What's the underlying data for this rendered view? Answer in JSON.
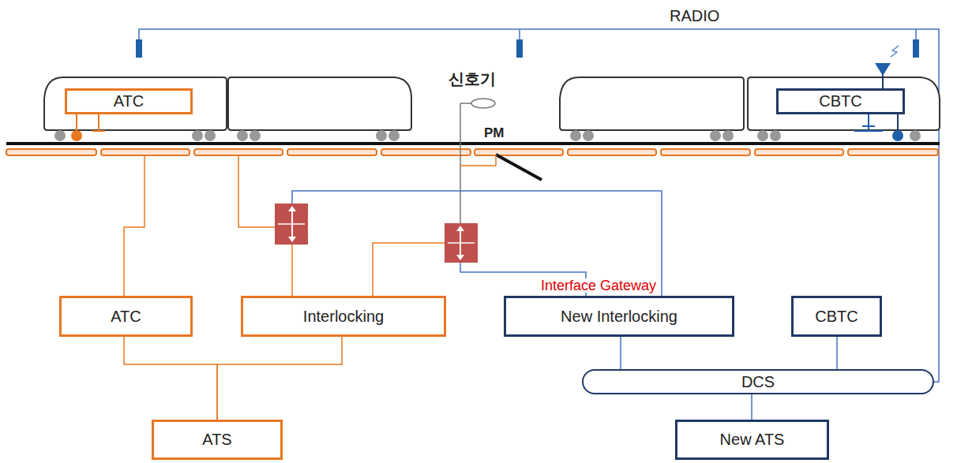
{
  "diagram": {
    "nodes": [
      {
        "text": [
          "ATC"
        ]
      },
      {
        "text": [
          "CBTC"
        ]
      },
      {
        "text": [
          "ATC"
        ]
      },
      {
        "text": [
          "Interlocking"
        ]
      },
      {
        "text": [
          "New Interlocking"
        ]
      },
      {
        "text": [
          "CBTC"
        ]
      },
      {
        "text": [
          "DCS"
        ]
      },
      {
        "text": [
          "ATS"
        ]
      },
      {
        "text": [
          "New ATS"
        ]
      }
    ],
    "edges": [
      {
        "from": 2,
        "to": 7,
        "arrow": "none"
      },
      {
        "from": 3,
        "to": 7,
        "arrow": "none"
      },
      {
        "from": 4,
        "to": 6,
        "arrow": "none"
      },
      {
        "from": 5,
        "to": 6,
        "arrow": "none"
      },
      {
        "from": 6,
        "to": 8,
        "arrow": "none"
      }
    ],
    "labels": [
      "RADIO",
      "신호기",
      "PM",
      "Interface Gateway"
    ]
  }
}
